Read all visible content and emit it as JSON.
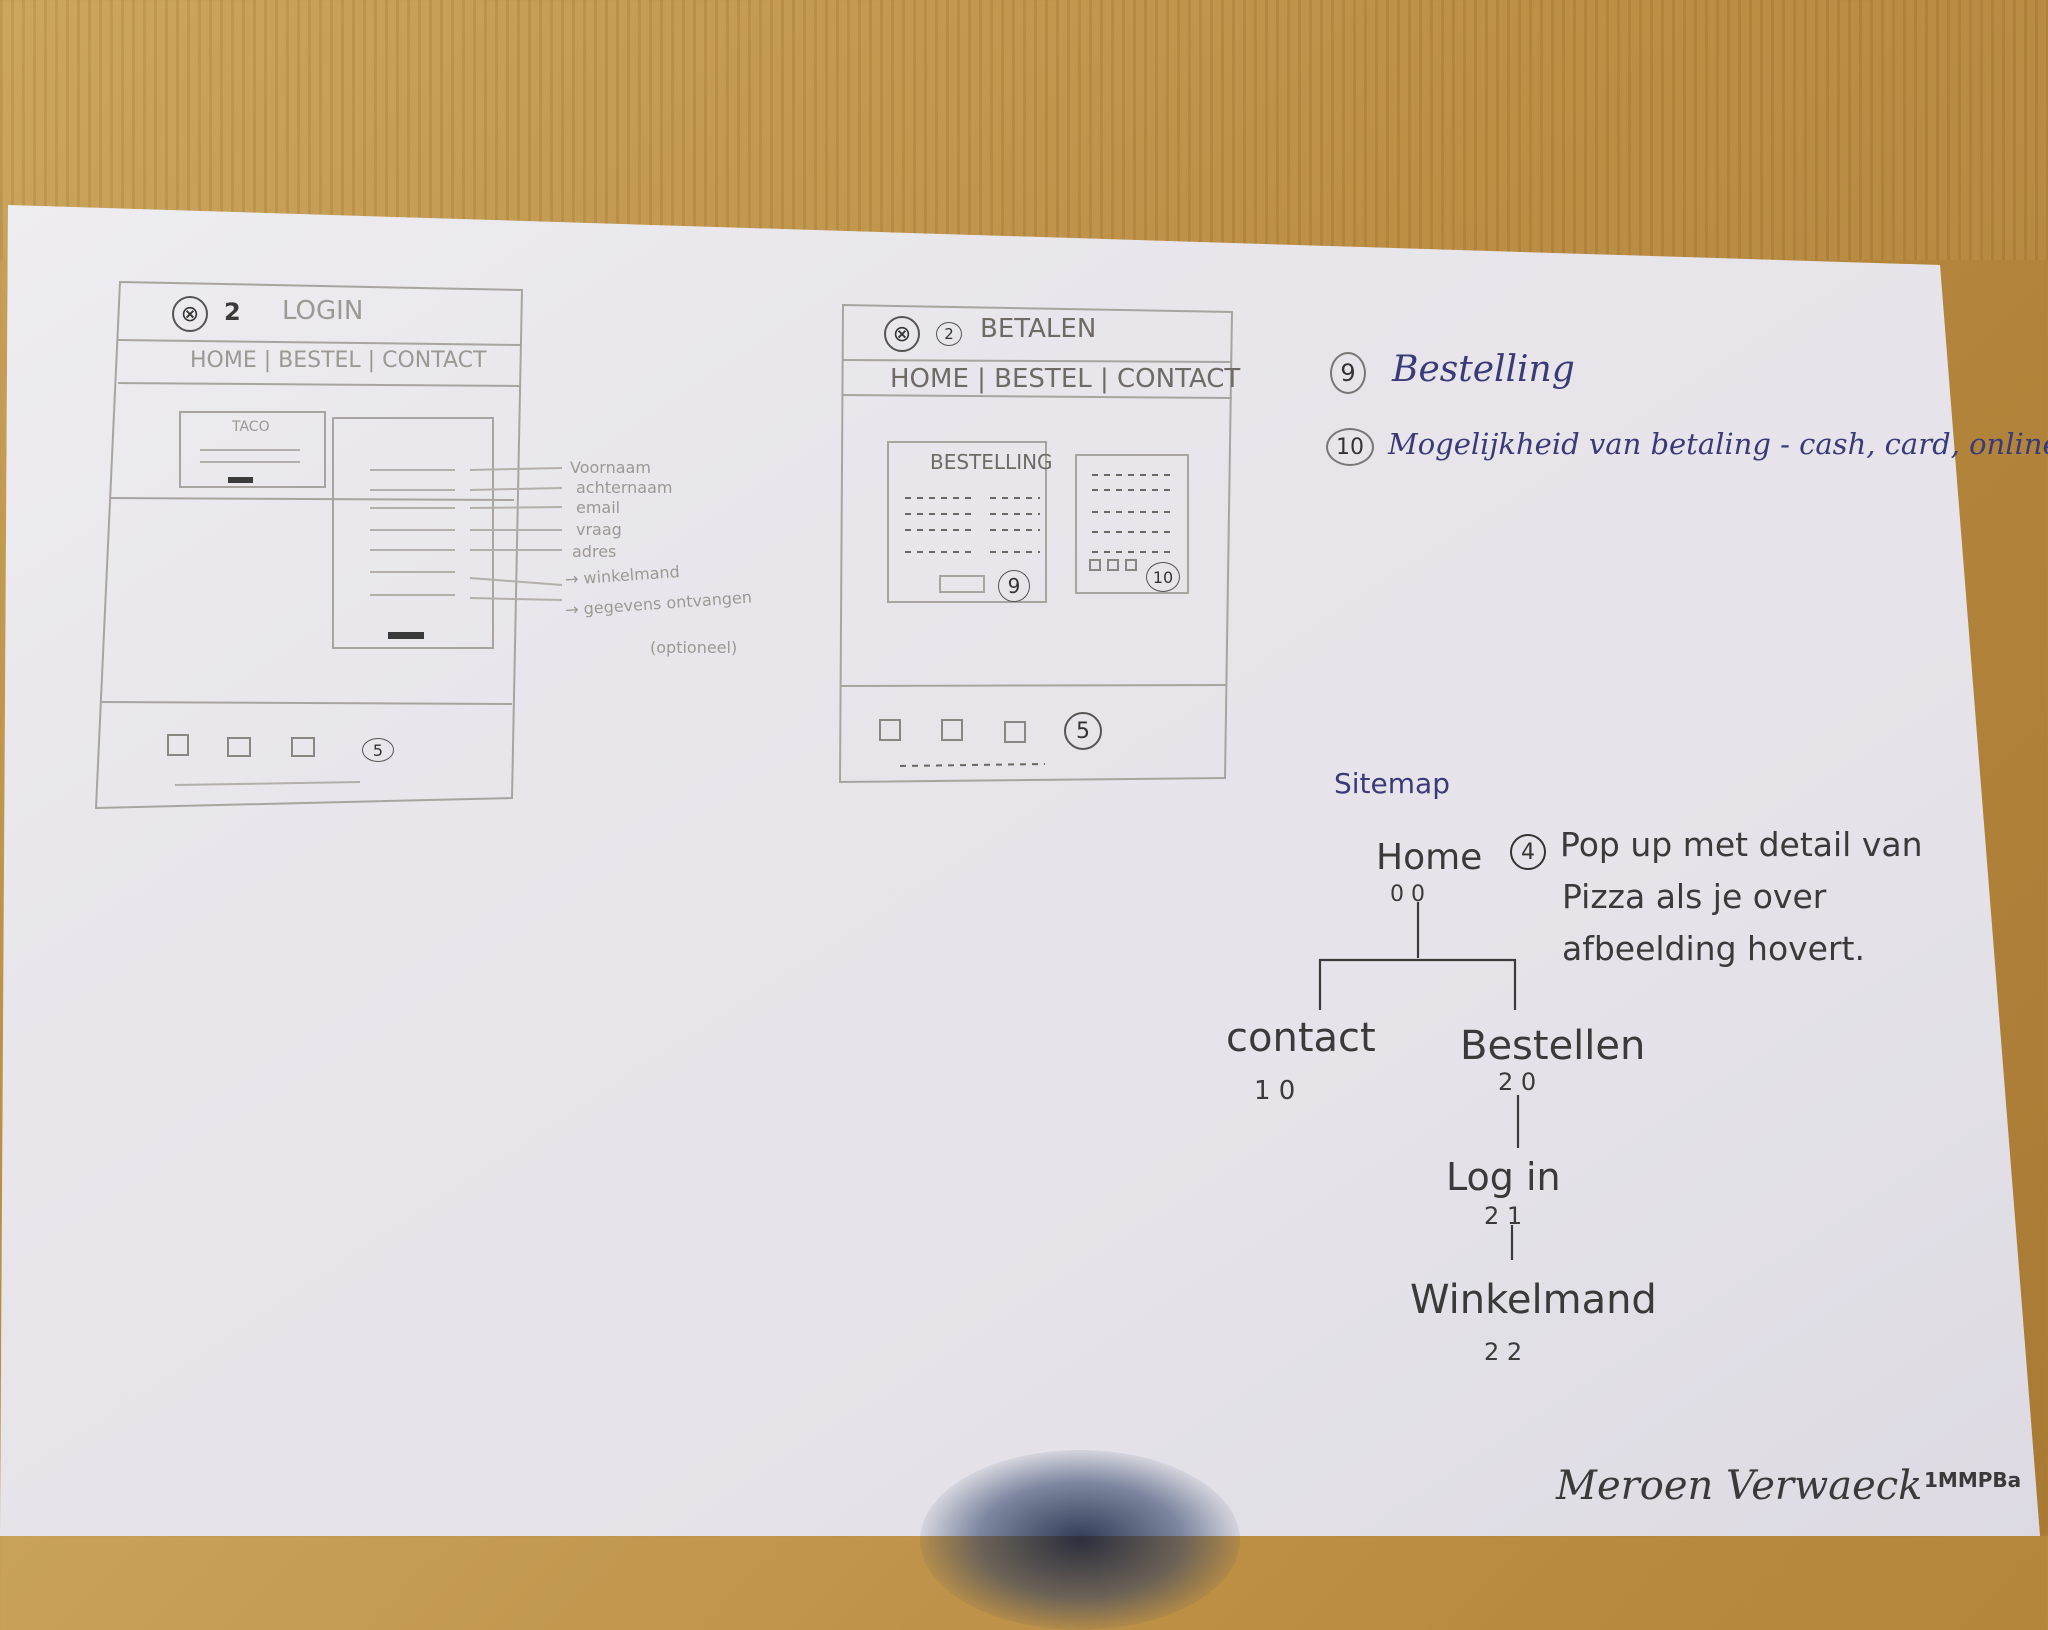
{
  "sheet": {
    "wireframe_login": {
      "logo_mark": "⊗",
      "page_number": "2",
      "title": "LOGIN",
      "nav": "HOME | BESTEL | CONTACT",
      "form_heading": "TACO",
      "annotations": [
        "Voornaam",
        "achternaam",
        "email",
        "vraag",
        "adres",
        "→ winkelmand",
        "→ gegevens ontvangen",
        "(optioneel)"
      ],
      "footer_number": "5"
    },
    "wireframe_betalen": {
      "logo_mark": "⊗",
      "page_number": "2",
      "title": "BETALEN",
      "nav": "HOME | BESTEL | CONTACT",
      "panel_title": "BESTELLING",
      "marker_9": "9",
      "marker_10": "10",
      "footer_number": "5"
    },
    "notes": {
      "item_9_number": "9",
      "item_9_text": "Bestelling",
      "item_10_number": "10",
      "item_10_text": "Mogelijkheid van betaling - cash, card, online"
    },
    "sitemap": {
      "title": "Sitemap",
      "root_label": "Home",
      "root_code": "0 0",
      "left_label": "contact",
      "left_code": "1 0",
      "right_label": "Bestellen",
      "right_code": "2 0",
      "child1_label": "Log in",
      "child1_code": "2 1",
      "child2_label": "Winkelmand",
      "child2_code": "2 2"
    },
    "popup_note": {
      "number": "4",
      "text_line1": "Pop up met detail van",
      "text_line2": "Pizza als je over",
      "text_line3": "afbeelding hovert."
    },
    "signature": {
      "name": "Meroen Verwaeck",
      "class": "1MMPBa"
    }
  }
}
